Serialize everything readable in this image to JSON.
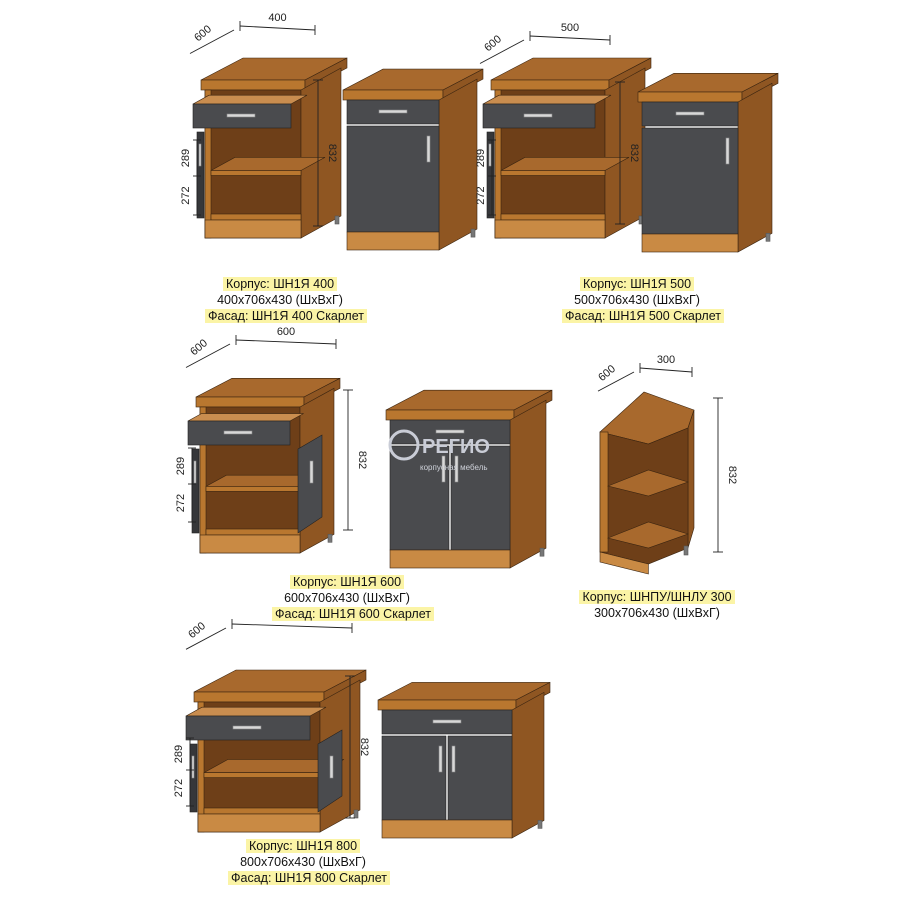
{
  "colors": {
    "wood_top": "#a8692d",
    "wood_front": "#b9772f",
    "wood_side": "#8f5622",
    "wood_inner": "#6e3f18",
    "facade": "#4a4b4e",
    "facade_side": "#36373a",
    "plinth": "#c98a44",
    "highlight": "#fbf4a6",
    "dimension_line": "#222222"
  },
  "groups": [
    {
      "id": "400",
      "dims": {
        "width": "400",
        "depth": "600",
        "height": "832",
        "drawer": "289",
        "lower": "272"
      },
      "caption": {
        "line1": "Корпус: ШН1Я 400",
        "line2": "400х706х430 (ШхВхГ)",
        "line3": "Фасад: ШН1Я 400 Скарлет"
      }
    },
    {
      "id": "500",
      "dims": {
        "width": "500",
        "depth": "600",
        "height": "832",
        "drawer": "289",
        "lower": "272"
      },
      "caption": {
        "line1": "Корпус: ШН1Я 500",
        "line2": "500х706х430 (ШхВхГ)",
        "line3": "Фасад: ШН1Я 500 Скарлет"
      }
    },
    {
      "id": "600",
      "dims": {
        "width": "600",
        "depth": "600",
        "height": "832",
        "drawer": "289",
        "lower": "272"
      },
      "caption": {
        "line1": "Корпус: ШН1Я 600",
        "line2": "600х706х430 (ШхВхГ)",
        "line3": "Фасад: ШН1Я 600 Скарлет"
      }
    },
    {
      "id": "300",
      "dims": {
        "width": "300",
        "depth": "600",
        "height": "832"
      },
      "caption": {
        "line1": "Корпус: ШНПУ/ШНЛУ 300",
        "line2": "300х706х430 (ШхВхГ)"
      }
    },
    {
      "id": "800",
      "dims": {
        "width": "600",
        "depth": "600",
        "height": "832",
        "drawer": "289",
        "lower": "272"
      },
      "caption": {
        "line1": "Корпус: ШН1Я 800",
        "line2": "800х706х430 (ШхВхГ)",
        "line3": "Фасад: ШН1Я 800 Скарлет"
      }
    }
  ],
  "watermark": {
    "brand": "РЕГИО",
    "sub": "корпусная мебель"
  }
}
